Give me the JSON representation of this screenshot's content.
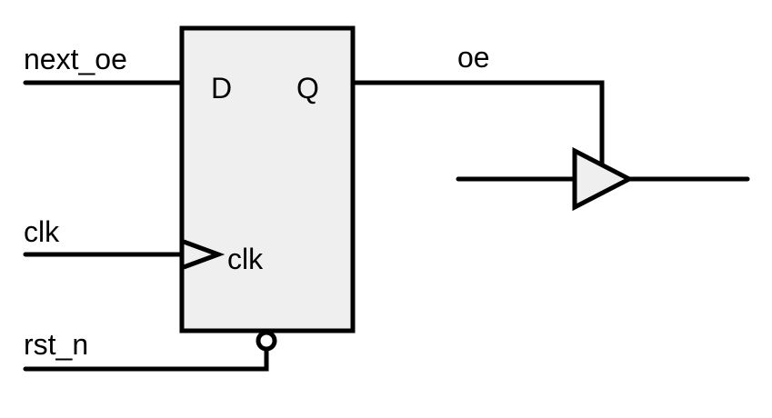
{
  "diagram": {
    "type": "schematic",
    "description": "D flip-flop driving the enable of a tri-state buffer",
    "flip_flop": {
      "pin_d": "D",
      "pin_q": "Q",
      "pin_clk": "clk",
      "fill": "#efefef"
    },
    "signals": {
      "next_oe": "next_oe",
      "clk": "clk",
      "rst_n": "rst_n",
      "oe": "oe"
    },
    "buffer": {
      "kind": "tri-state buffer",
      "fill": "#efefef"
    },
    "stroke_color": "#000000"
  }
}
